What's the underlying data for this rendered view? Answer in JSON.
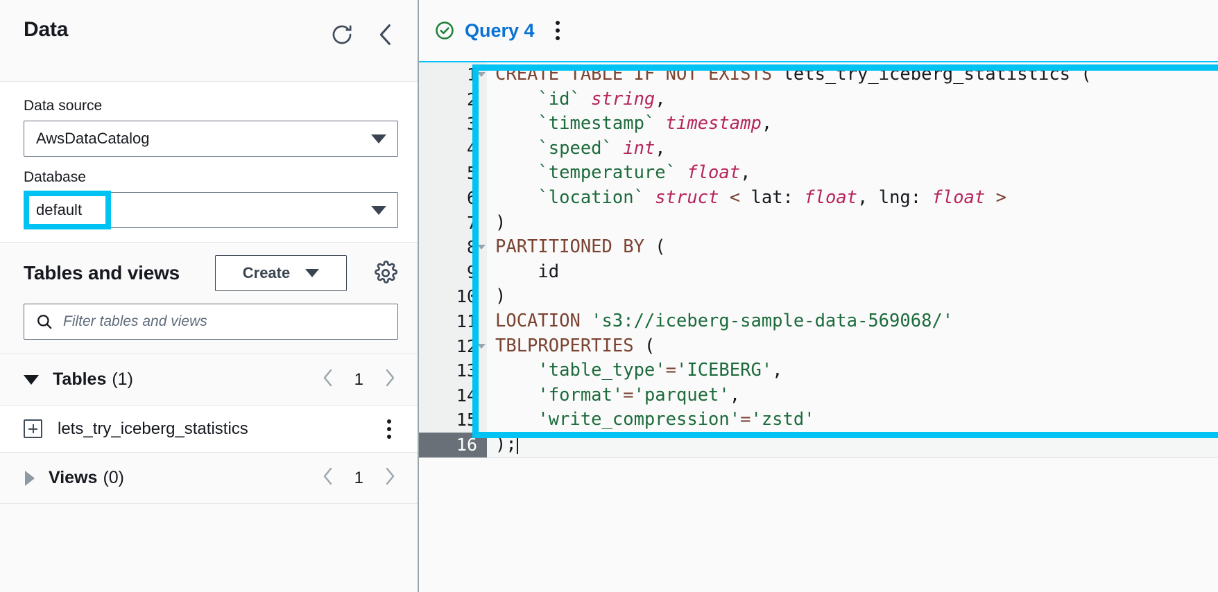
{
  "sidebar": {
    "title": "Data",
    "refresh_icon": "refresh-icon",
    "collapse_icon": "chevron-left-icon",
    "data_source": {
      "label": "Data source",
      "value": "AwsDataCatalog"
    },
    "database": {
      "label": "Database",
      "value": "default",
      "highlighted": true
    },
    "tables_and_views": {
      "title": "Tables and views",
      "create_button": "Create",
      "settings_icon": "gear-icon",
      "filter_placeholder": "Filter tables and views"
    },
    "groups": [
      {
        "name": "Tables",
        "count": "(1)",
        "expanded": true,
        "page": "1",
        "items": [
          {
            "name": "lets_try_iceberg_statistics"
          }
        ]
      },
      {
        "name": "Views",
        "count": "(0)",
        "expanded": false,
        "page": "1",
        "items": []
      }
    ]
  },
  "editor": {
    "tab": {
      "status_icon": "check-circle-icon",
      "label": "Query 4",
      "menu_icon": "kebab-menu-icon"
    },
    "active_line": 16,
    "highlight_color": "#00c2f3",
    "lines": [
      {
        "n": "1",
        "fold": true,
        "tokens": [
          {
            "t": "CREATE TABLE IF NOT EXISTS ",
            "c": "kw"
          },
          {
            "t": "lets_try_iceberg_statistics (",
            "c": "id"
          }
        ]
      },
      {
        "n": "2",
        "fold": false,
        "tokens": [
          {
            "t": "    `id` ",
            "c": "col"
          },
          {
            "t": "string",
            "c": "typ"
          },
          {
            "t": ",",
            "c": "punc"
          }
        ]
      },
      {
        "n": "3",
        "fold": false,
        "tokens": [
          {
            "t": "    `timestamp` ",
            "c": "col"
          },
          {
            "t": "timestamp",
            "c": "typ"
          },
          {
            "t": ",",
            "c": "punc"
          }
        ]
      },
      {
        "n": "4",
        "fold": false,
        "tokens": [
          {
            "t": "    `speed` ",
            "c": "col"
          },
          {
            "t": "int",
            "c": "typ"
          },
          {
            "t": ",",
            "c": "punc"
          }
        ]
      },
      {
        "n": "5",
        "fold": false,
        "tokens": [
          {
            "t": "    `temperature` ",
            "c": "col"
          },
          {
            "t": "float",
            "c": "typ"
          },
          {
            "t": ",",
            "c": "punc"
          }
        ]
      },
      {
        "n": "6",
        "fold": false,
        "tokens": [
          {
            "t": "    `location` ",
            "c": "col"
          },
          {
            "t": "struct",
            "c": "typ"
          },
          {
            "t": " < ",
            "c": "op"
          },
          {
            "t": "lat: ",
            "c": "punc"
          },
          {
            "t": "float",
            "c": "typ"
          },
          {
            "t": ", lng: ",
            "c": "punc"
          },
          {
            "t": "float",
            "c": "typ"
          },
          {
            "t": " >",
            "c": "op"
          }
        ]
      },
      {
        "n": "7",
        "fold": false,
        "tokens": [
          {
            "t": ")",
            "c": "punc"
          }
        ]
      },
      {
        "n": "8",
        "fold": true,
        "tokens": [
          {
            "t": "PARTITIONED BY",
            "c": "kw"
          },
          {
            "t": " (",
            "c": "punc"
          }
        ]
      },
      {
        "n": "9",
        "fold": false,
        "tokens": [
          {
            "t": "    id",
            "c": "punc"
          }
        ]
      },
      {
        "n": "10",
        "fold": false,
        "tokens": [
          {
            "t": ")",
            "c": "punc"
          }
        ]
      },
      {
        "n": "11",
        "fold": false,
        "tokens": [
          {
            "t": "LOCATION ",
            "c": "kw"
          },
          {
            "t": "'s3://iceberg-sample-data-569068/'",
            "c": "str"
          }
        ]
      },
      {
        "n": "12",
        "fold": true,
        "tokens": [
          {
            "t": "TBLPROPERTIES",
            "c": "kw"
          },
          {
            "t": " (",
            "c": "punc"
          }
        ]
      },
      {
        "n": "13",
        "fold": false,
        "tokens": [
          {
            "t": "    'table_type'",
            "c": "str"
          },
          {
            "t": "=",
            "c": "op"
          },
          {
            "t": "'ICEBERG'",
            "c": "str"
          },
          {
            "t": ",",
            "c": "punc"
          }
        ]
      },
      {
        "n": "14",
        "fold": false,
        "tokens": [
          {
            "t": "    'format'",
            "c": "str"
          },
          {
            "t": "=",
            "c": "op"
          },
          {
            "t": "'parquet'",
            "c": "str"
          },
          {
            "t": ",",
            "c": "punc"
          }
        ]
      },
      {
        "n": "15",
        "fold": false,
        "tokens": [
          {
            "t": "    'write_compression'",
            "c": "str"
          },
          {
            "t": "=",
            "c": "op"
          },
          {
            "t": "'zstd'",
            "c": "str"
          }
        ]
      },
      {
        "n": "16",
        "fold": false,
        "active": true,
        "tokens": [
          {
            "t": ");",
            "c": "punc"
          }
        ]
      }
    ]
  }
}
